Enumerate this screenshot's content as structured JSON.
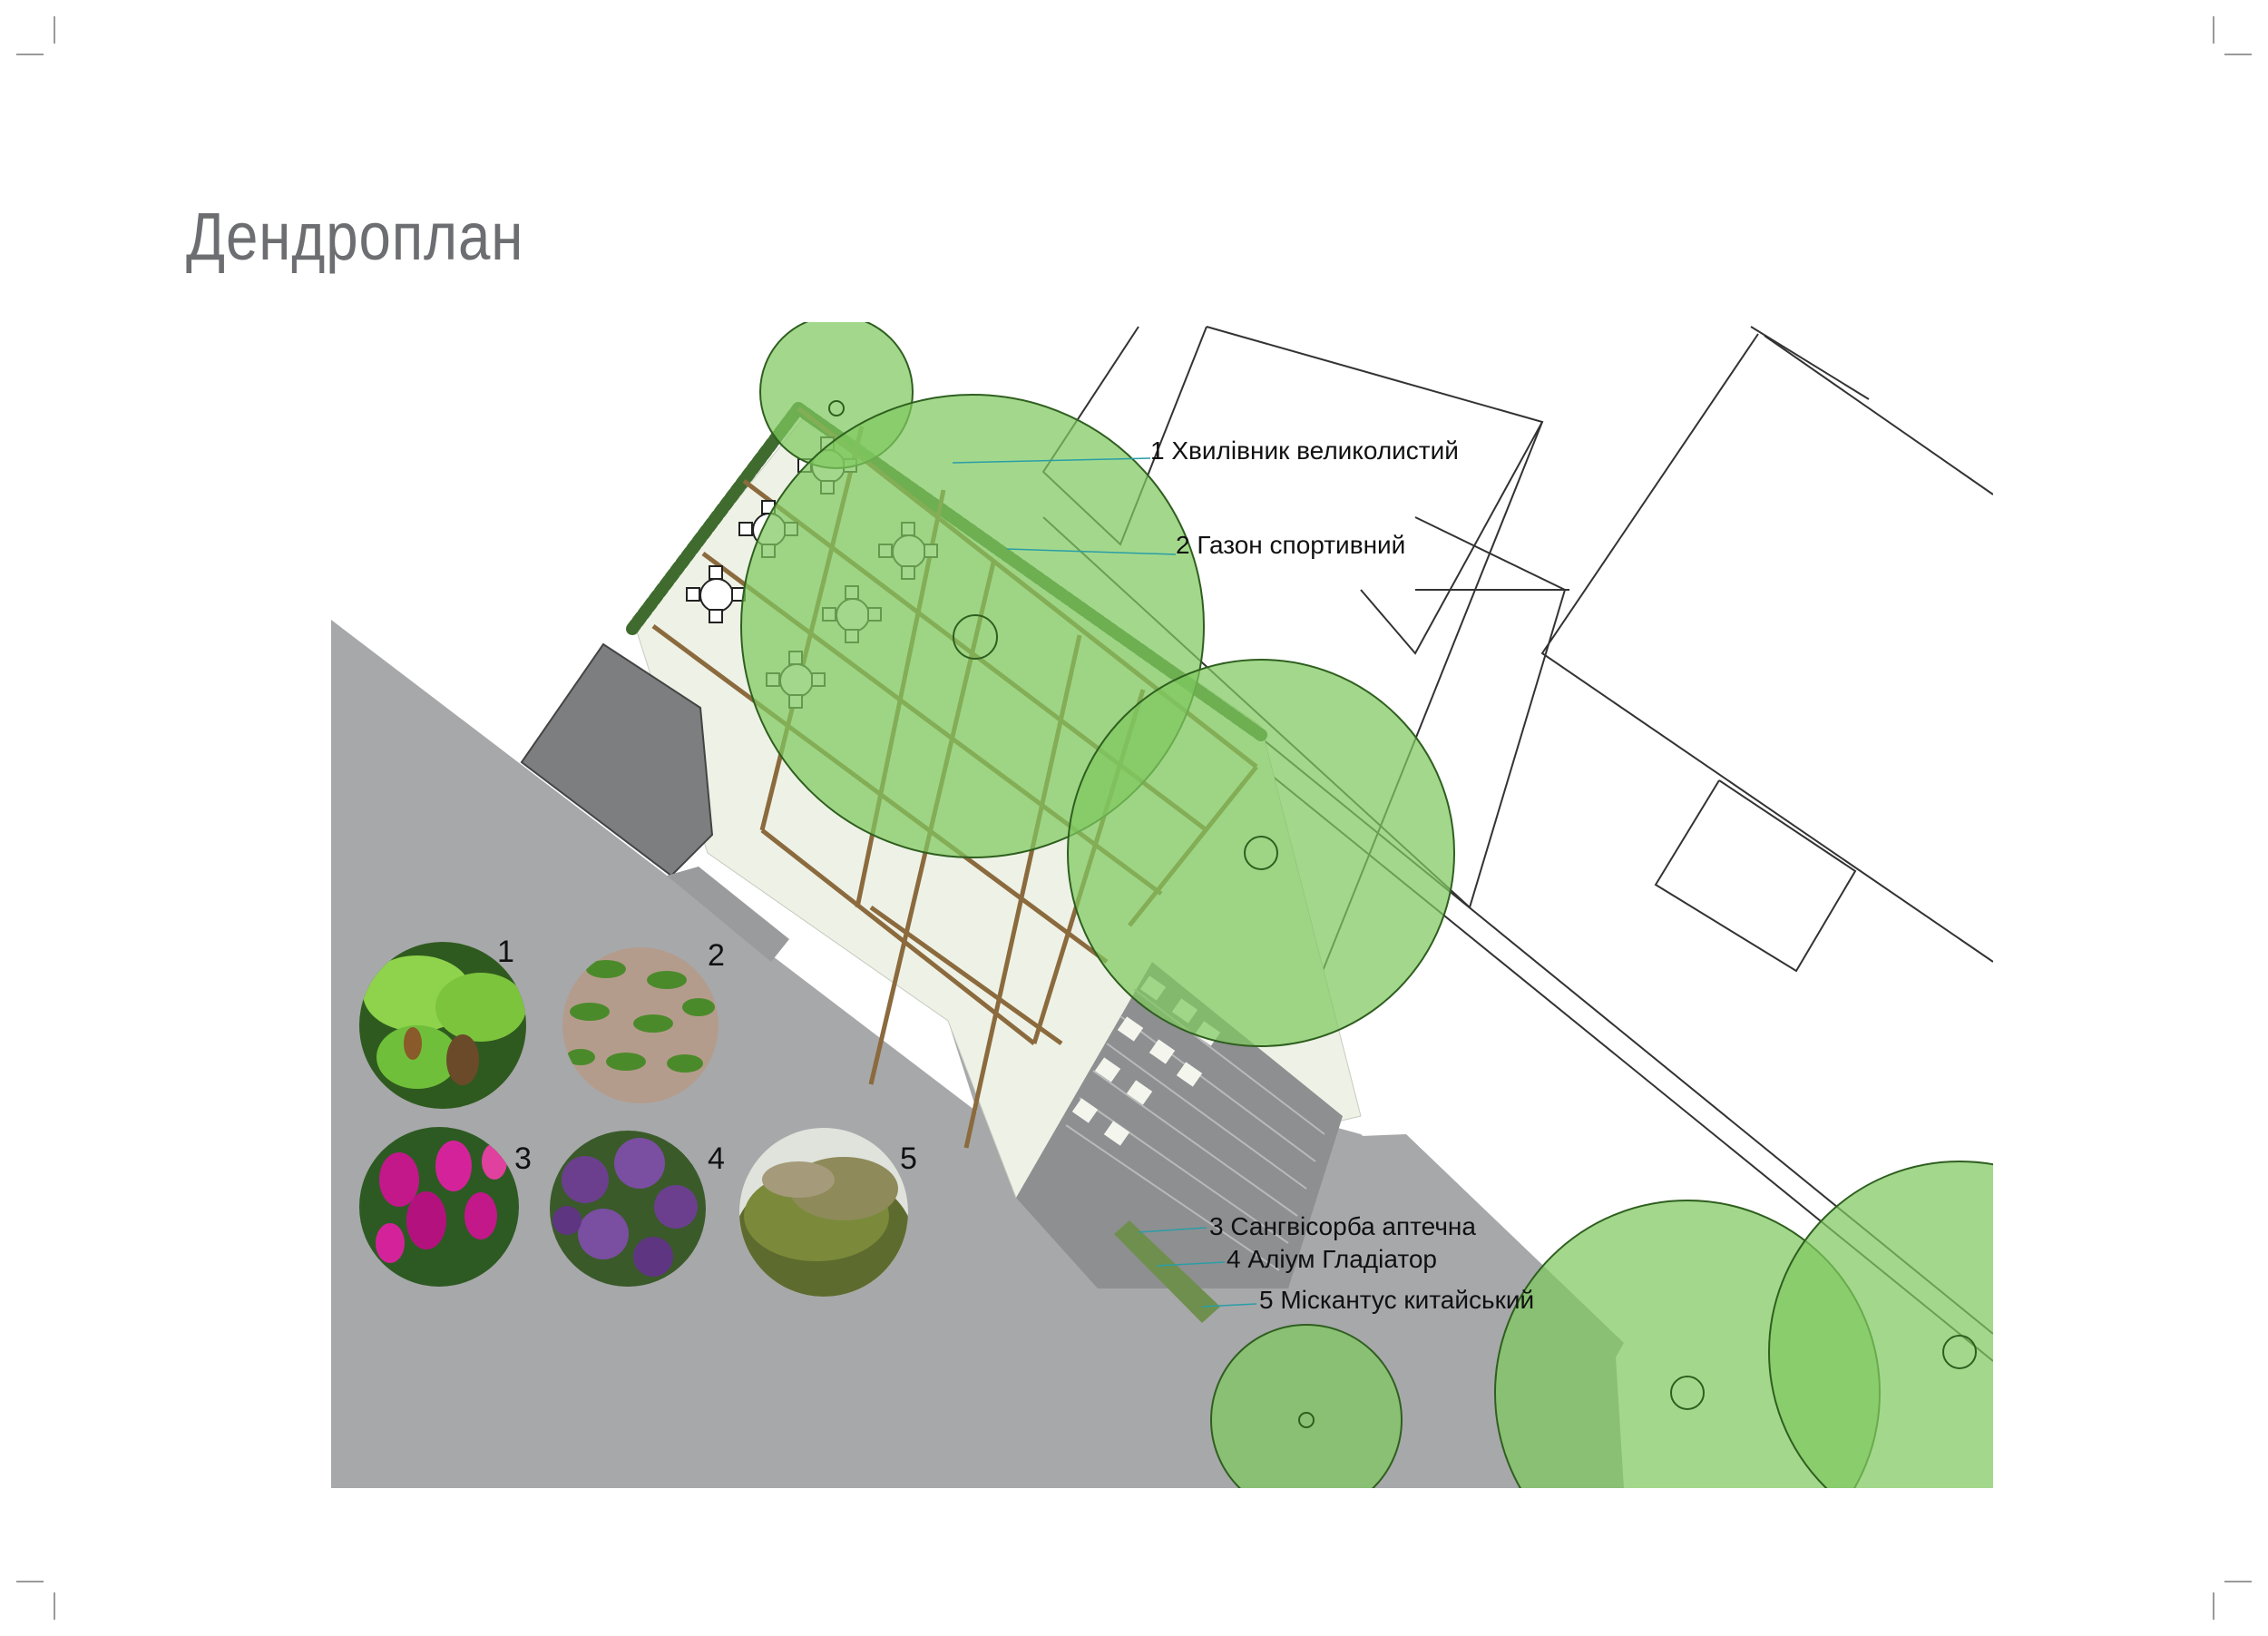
{
  "title": "Дендроплан",
  "legend": [
    {
      "num": "1",
      "label": "1 Хвилівник великолистий"
    },
    {
      "num": "2",
      "label": "2 Газон спортивний"
    },
    {
      "num": "3",
      "label": "3 Сангвісорба аптечна"
    },
    {
      "num": "4",
      "label": "4 Аліум Гладіатор"
    },
    {
      "num": "5",
      "label": "5 Міскантус китайський"
    }
  ],
  "photos": [
    {
      "num": "1",
      "icon": "aristolochia-leaf-photo",
      "color": "#6fbf3a"
    },
    {
      "num": "2",
      "icon": "grass-paver-photo",
      "color": "#9a8a78"
    },
    {
      "num": "3",
      "icon": "sanguisorba-flower-photo",
      "color": "#c2188a"
    },
    {
      "num": "4",
      "icon": "allium-flower-photo",
      "color": "#6b3f8e"
    },
    {
      "num": "5",
      "icon": "miscanthus-grass-photo",
      "color": "#6f7a3a"
    }
  ],
  "colors": {
    "road": "#a7a8aa",
    "tree_fill": "#7fc95f",
    "tree_stroke": "#2f5f1f",
    "paving": "#f0f3ea",
    "pergola": "#8b6a3e",
    "pond": "#7d7e80",
    "hedge": "#3f6b2e",
    "leader": "#2a9ea6"
  }
}
